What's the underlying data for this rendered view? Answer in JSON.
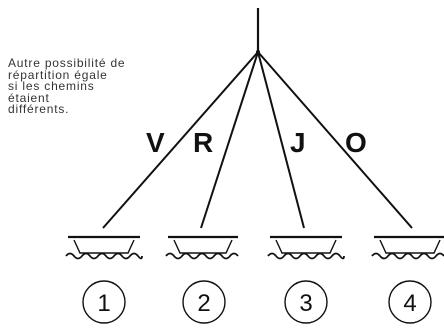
{
  "caption": {
    "lines": [
      "Autre possibilité de",
      "répartition égale",
      "si les chemins",
      "étaient",
      "différents."
    ]
  },
  "paths": [
    {
      "label": "V"
    },
    {
      "label": "R"
    },
    {
      "label": "J"
    },
    {
      "label": "O"
    }
  ],
  "basins": [
    {
      "number": "1"
    },
    {
      "number": "2"
    },
    {
      "number": "3"
    },
    {
      "number": "4"
    }
  ],
  "colors": {
    "ink": "#111111",
    "caption_ink": "#333333",
    "background": "#ffffff"
  }
}
